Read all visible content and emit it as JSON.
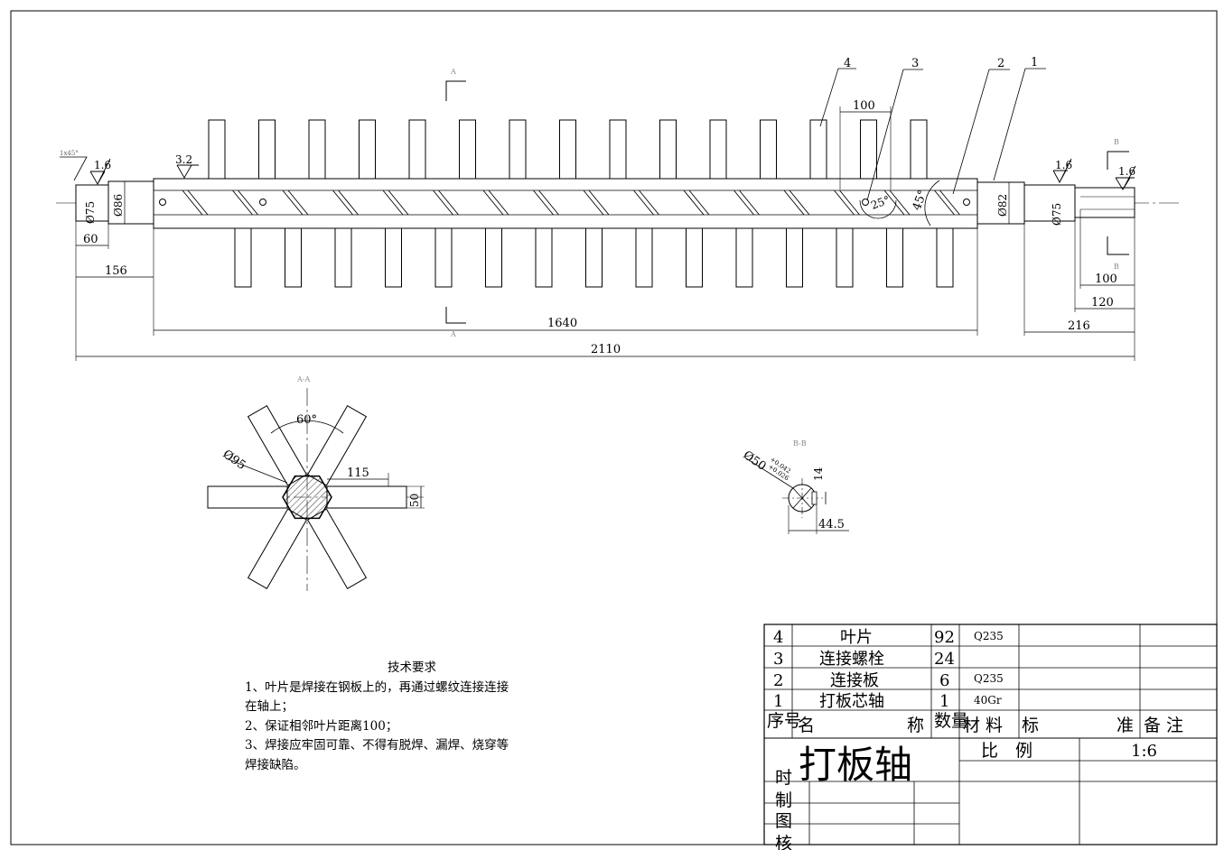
{
  "main_view": {
    "section_marks": [
      "A",
      "A",
      "B",
      "B"
    ],
    "balloons": [
      "4",
      "3",
      "2",
      "1"
    ],
    "roughness": [
      "1.6",
      "3.2",
      "1.6",
      "1.6"
    ],
    "chamfer": "1x45°",
    "dims": {
      "blade_pitch": "100",
      "left_journal_dia": "Ø75",
      "left_collar_dia": "Ø86",
      "right_collar_dia": "Ø82",
      "right_journal_dia": "Ø75",
      "left_journal_len": "60",
      "left_end_len": "156",
      "body_len": "1640",
      "total_len": "2110",
      "right_end_len": "216",
      "right_key_len_1": "100",
      "right_key_len_2": "120",
      "angle_25": "25°",
      "angle_45": "45°"
    }
  },
  "section_aa": {
    "title": "A-A",
    "angle": "60°",
    "dia": "Ø95",
    "blade_len": "115",
    "blade_width": "50"
  },
  "section_bb": {
    "title": "B-B",
    "dia": "Ø50",
    "tol_upper": "+0.042",
    "tol_lower": "+0.026",
    "key_width": "14",
    "key_depth": "44.5"
  },
  "tech_notes": {
    "title": "技术要求",
    "lines": [
      "1、叶片是焊接在钢板上的，再通过螺纹连接连接",
      "在轴上；",
      "2、保证相邻叶片距离100；",
      "3、焊接应牢固可靠、不得有脱焊、漏焊、烧穿等",
      "焊接缺陷。"
    ]
  },
  "title_block": {
    "parts": [
      {
        "no": "4",
        "name": "叶片",
        "qty": "92",
        "material": "Q235"
      },
      {
        "no": "3",
        "name": "连接螺栓",
        "qty": "24",
        "material": ""
      },
      {
        "no": "2",
        "name": "连接板",
        "qty": "6",
        "material": "Q235"
      },
      {
        "no": "1",
        "name": "打板芯轴",
        "qty": "1",
        "material": "40Gr"
      }
    ],
    "header": {
      "no": "序号",
      "name_1": "名",
      "name_2": "称",
      "qty": "数量",
      "material": "材 料",
      "standard_1": "标",
      "standard_2": "准",
      "remark": "备 注"
    },
    "drawing_name": "打板轴",
    "scale_label": "比　例",
    "scale_value": "1:6",
    "role_labels": [
      "时",
      "制",
      "图",
      "核"
    ]
  }
}
